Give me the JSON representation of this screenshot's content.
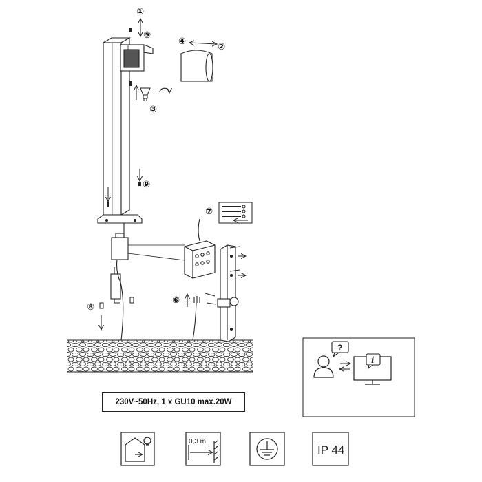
{
  "steps": {
    "n1": "①",
    "n2": "②",
    "n3": "③",
    "n4": "④",
    "n5": "⑤",
    "n6": "⑥",
    "n7": "⑦",
    "n8": "⑧",
    "n9": "⑨"
  },
  "specs": {
    "text": "230V~50Hz, 1 x GU10 max.20W"
  },
  "symbols": {
    "distance": "0,3 m",
    "ip_rating": "IP 44"
  },
  "help_panel": {
    "question_mark": "?",
    "info_mark": "i"
  }
}
